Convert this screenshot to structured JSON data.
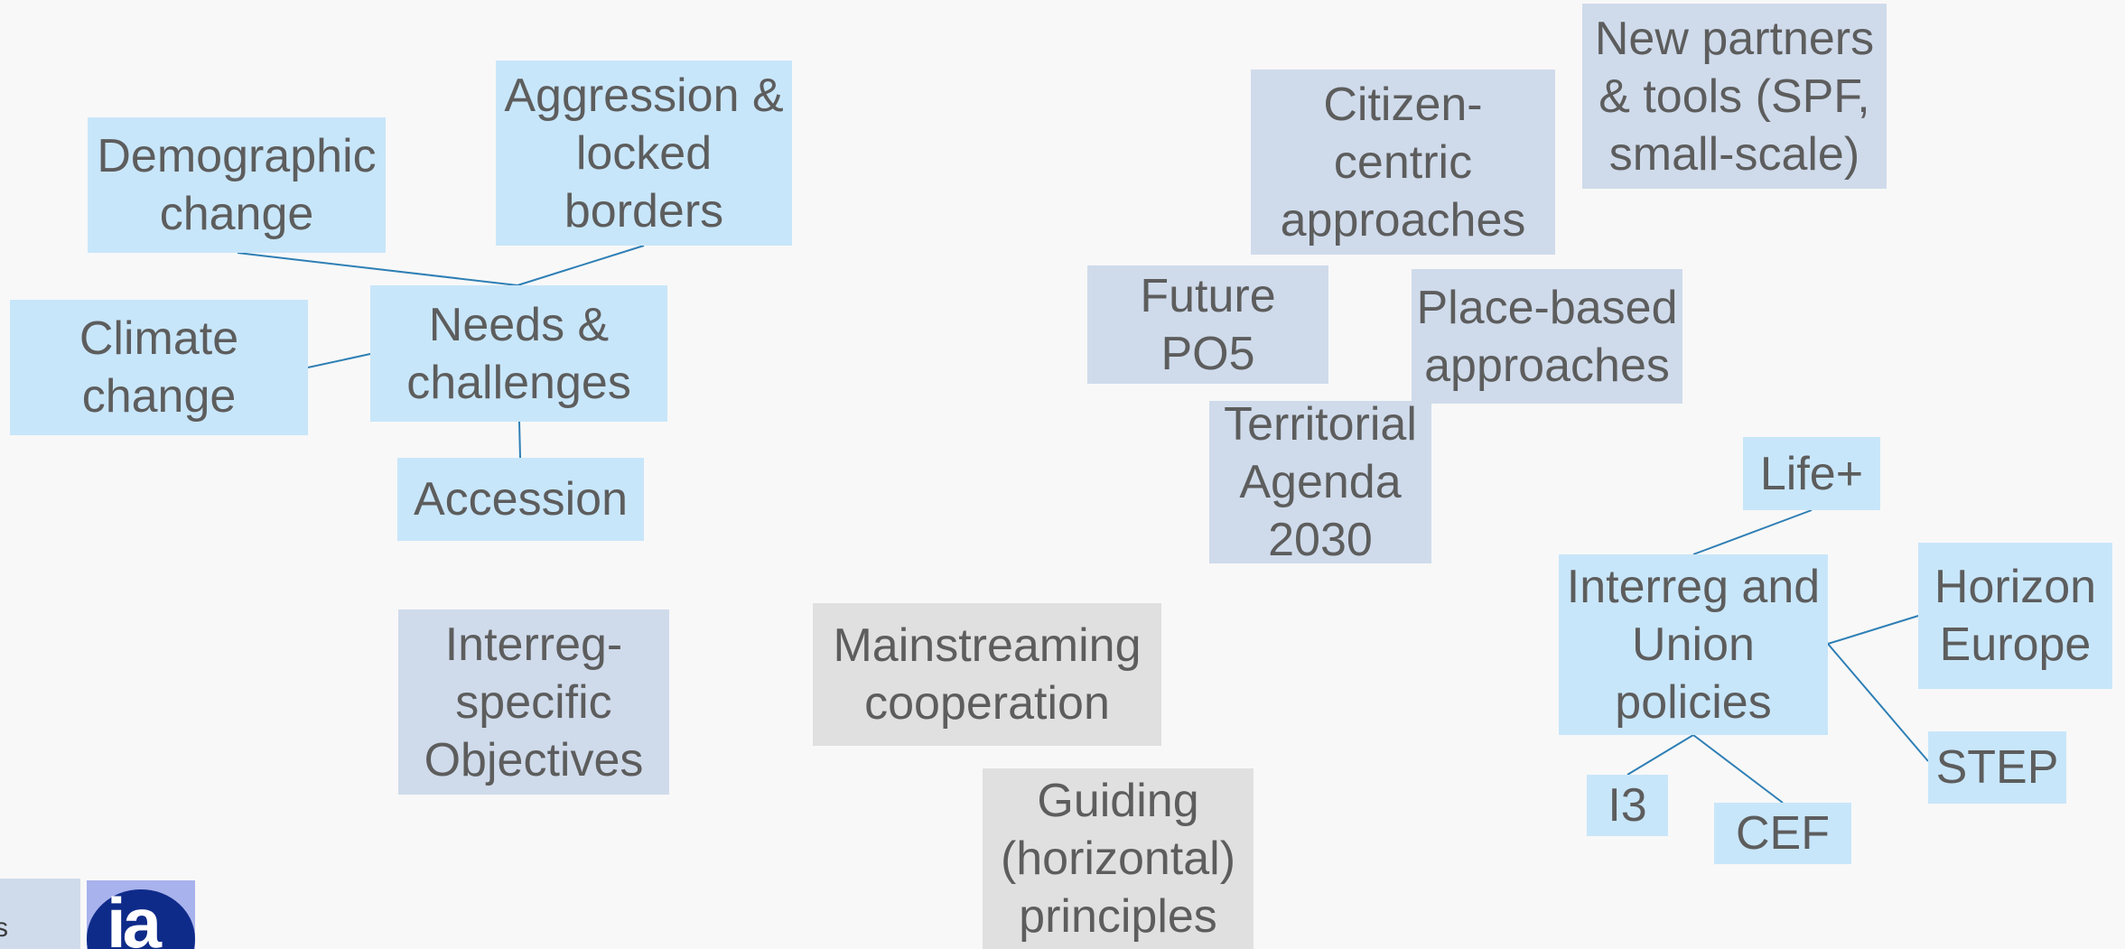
{
  "diagram": {
    "nodes": {
      "demographic": "Demographic\nchange",
      "aggression": "Aggression &\nlocked\nborders",
      "needs": "Needs &\nchallenges",
      "climate": "Climate\nchange",
      "accession": "Accession",
      "interreg_specific": "Interreg-\nspecific\nObjectives",
      "mainstreaming": "Mainstreaming\ncooperation",
      "guiding": "Guiding\n(horizontal)\nprinciples",
      "citizen": "Citizen-\ncentric\napproaches",
      "new_partners": "New partners\n& tools (SPF,\nsmall-scale)",
      "future_po5": "Future\nPO5",
      "place_based": "Place-based\napproaches",
      "territorial": "Territorial\nAgenda\n2030",
      "life": "Life+",
      "interreg_union": "Interreg and\nUnion\npolicies",
      "horizon": "Horizon\nEurope",
      "step": "STEP",
      "i3": "I3",
      "cef": "CEF"
    },
    "colors": {
      "background": "#f8f8f8",
      "blue_box": "#c8e6fa",
      "steel_box": "#cfdbeb",
      "grey_box": "#e0e0e0",
      "text": "#5d5d5d",
      "connector": "#2e7fb5"
    }
  },
  "footer": {
    "logo_text": "ia",
    "edge_text": "s"
  }
}
